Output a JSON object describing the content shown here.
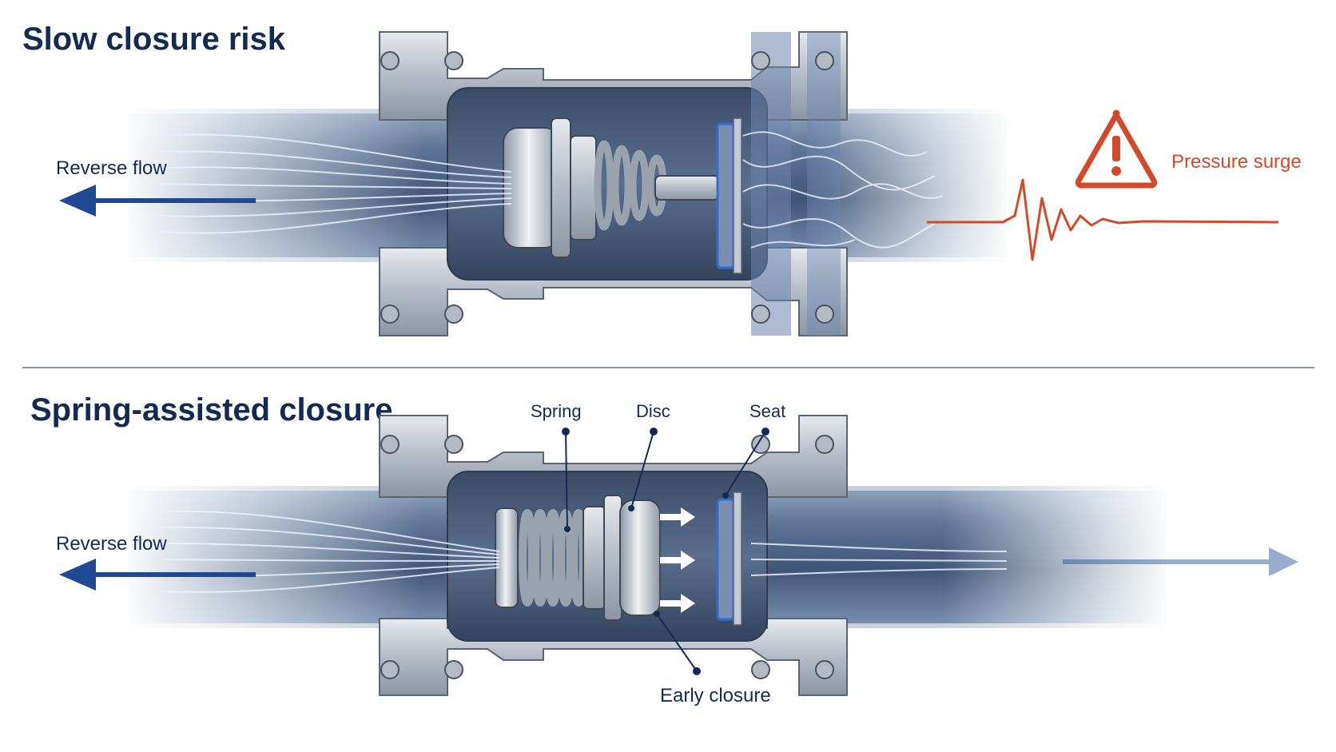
{
  "panels": {
    "top": {
      "title": "Slow closure risk",
      "flow_label": "Reverse flow",
      "warning_label": "Pressure surge"
    },
    "bottom": {
      "title": "Spring-assisted closure",
      "flow_label": "Reverse flow",
      "callouts": {
        "spring": "Spring",
        "disc": "Disc",
        "seat": "Seat",
        "early": "Early closure"
      }
    }
  },
  "colors": {
    "title": "#132a52",
    "arrow": "#1f4a93",
    "warning": "#d24a2a",
    "seat": "#2f6fd0",
    "metal": "#c3c9d1",
    "body": "#4f6380"
  },
  "icons": [
    "warning-triangle-icon",
    "arrow-left-icon",
    "arrow-right-icon"
  ]
}
